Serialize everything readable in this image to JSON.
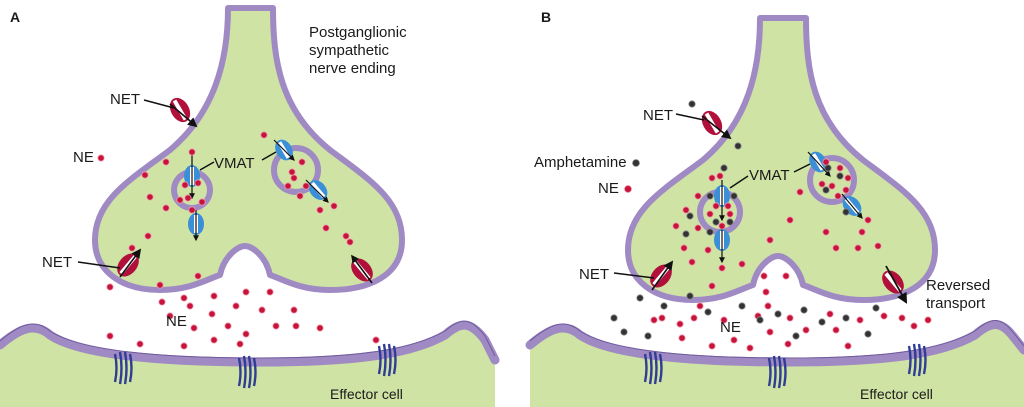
{
  "panel_a": {
    "letter": "A",
    "nerve_label": [
      "Postganglionic",
      "sympathetic",
      "nerve ending"
    ],
    "net_upper": "NET",
    "net_lower": "NET",
    "ne_outside": "NE",
    "vmat": "VMAT",
    "ne_cleft": "NE",
    "effector": "Effector cell"
  },
  "panel_b": {
    "letter": "B",
    "net_upper": "NET",
    "net_lower": "NET",
    "amphetamine": "Amphetamine",
    "ne_outside": "NE",
    "vmat": "VMAT",
    "ne_cleft": "NE",
    "reversed": [
      "Reversed",
      "transport"
    ],
    "effector": "Effector cell"
  },
  "colors": {
    "cell_fill": "#cfe3a4",
    "membrane": "#a08ac4",
    "membrane_dark": "#6f5a9c",
    "ne_dot": "#c8143c",
    "amphetamine_dot": "#333333",
    "net_transporter": "#b0103a",
    "vmat_transporter": "#3b8fd6",
    "receptor": "#2f3d94"
  },
  "icons": {
    "net": "net-transporter-icon",
    "vmat": "vmat-transporter-icon",
    "receptor": "adrenergic-receptor-icon"
  }
}
